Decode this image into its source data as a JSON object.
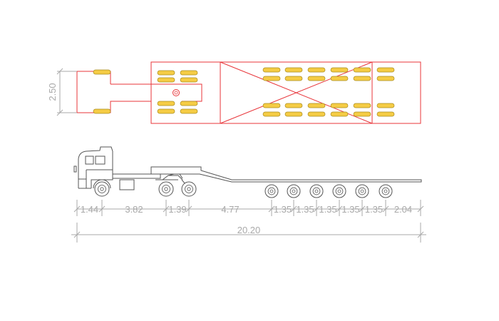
{
  "colors": {
    "background": "#ffffff",
    "outline": "#e8353a",
    "tire_fill": "#f5cc45",
    "tire_stroke": "#a88a1f",
    "vehicle_line": "#555555",
    "dimension": "#a9a9a9"
  },
  "dimensions": {
    "width": "2.50",
    "segments": [
      "1.44",
      "3.82",
      "1.39",
      "4.77",
      "1.35",
      "1.35",
      "1.35",
      "1.35",
      "1.35",
      "2.04"
    ],
    "overall_length": "20.20"
  }
}
